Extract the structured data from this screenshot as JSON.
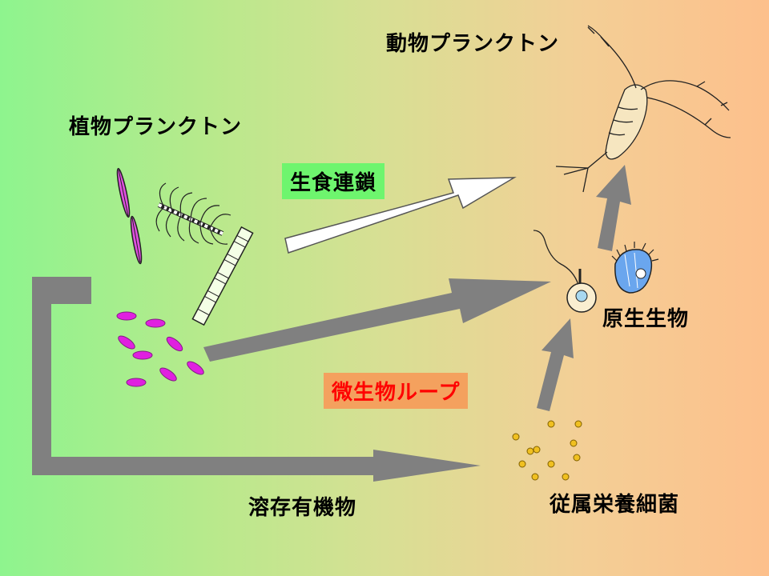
{
  "labels": {
    "zooplankton": "動物プランクトン",
    "phytoplankton": "植物プランクトン",
    "protozoa": "原生生物",
    "bacteria": "従属栄養細菌",
    "dom": "溶存有機物"
  },
  "boxes": {
    "grazing_chain": "生食連鎖",
    "microbial_loop": "微生物ループ"
  },
  "colors": {
    "grazing_box": "#6ef56e",
    "loop_box": "#f4a15e",
    "loop_text": "#ff0000",
    "arrow_gray": "#808080",
    "phyto_cells": "#e020e0",
    "bacteria_dots": "#f0c020",
    "ciliate": "#6aa6ee"
  },
  "icons": [
    "diatom-icon",
    "chain-diatom-icon",
    "flagellate-icon",
    "ciliate-icon",
    "copepod-icon",
    "bacteria-icon"
  ]
}
